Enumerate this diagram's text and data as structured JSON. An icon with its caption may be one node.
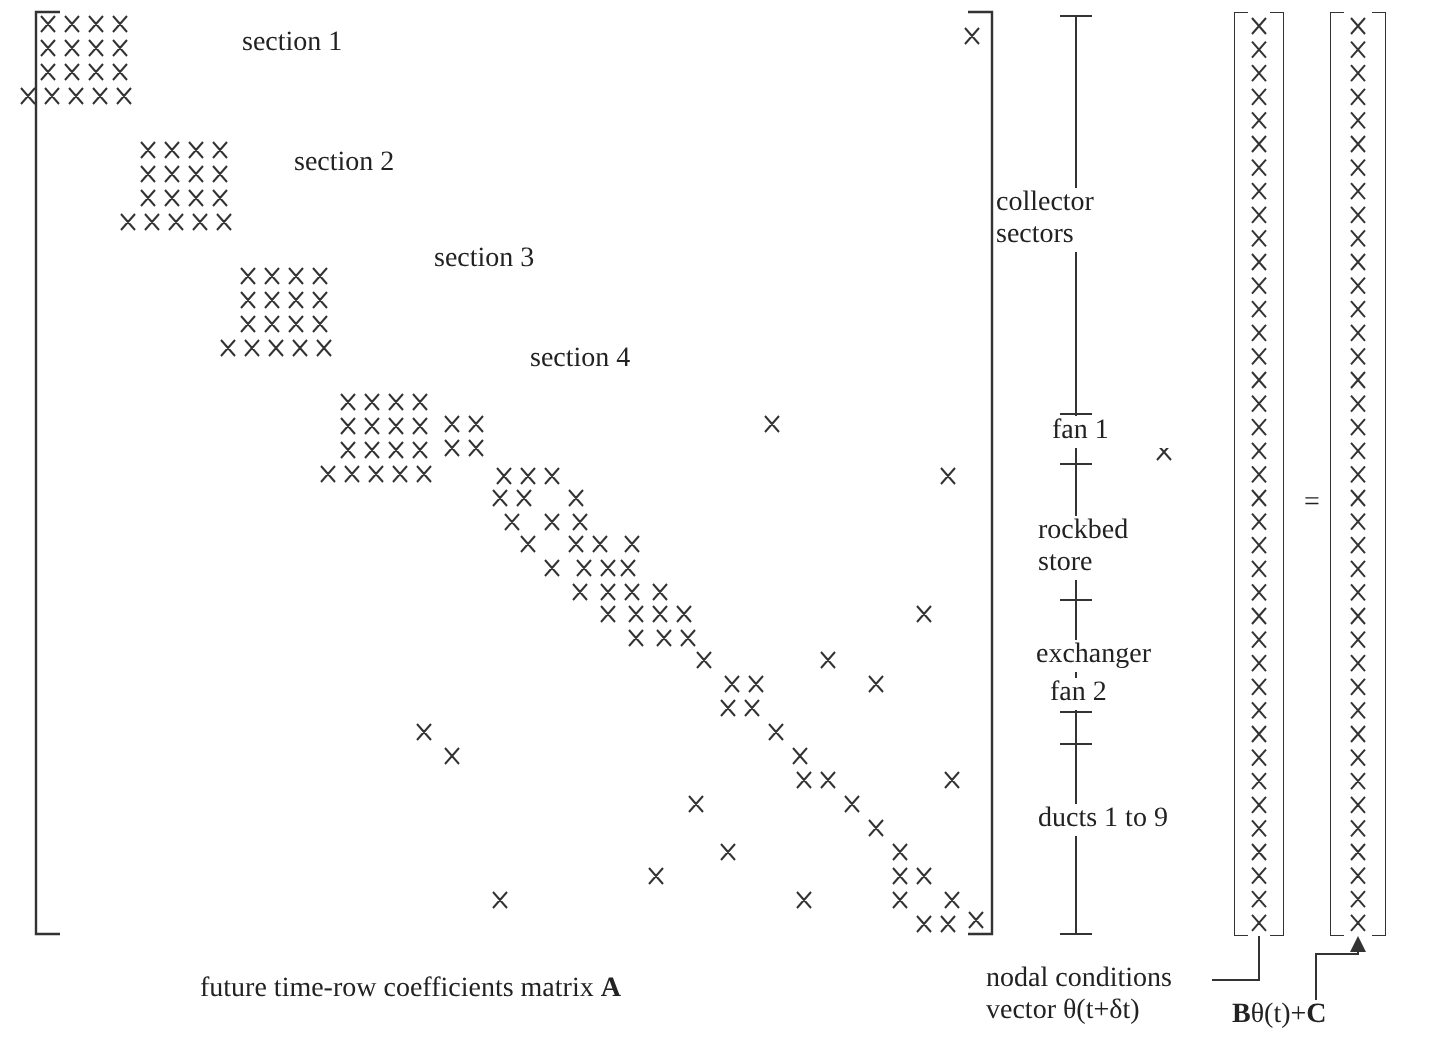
{
  "diagram": {
    "caption": "future time-row coefficients matrix **A**",
    "nodes": [
      {
        "text": [
          "nodal conditions vector θ(t+δt)"
        ]
      },
      {
        "text": [],
        "shape": "box"
      },
      {
        "text": [
          "**B**θ(t)+**C**"
        ]
      },
      {
        "text": [],
        "shape": "box"
      }
    ],
    "edges": [
      {
        "from": 0,
        "to": 1,
        "arrow": "none"
      },
      {
        "from": 2,
        "to": 3,
        "arrow": "to"
      }
    ],
    "labels": [
      "section 1",
      "section 2",
      "section 3",
      "section 4",
      "collector sectors",
      "fan 1",
      "rockbed store",
      "exchanger",
      "fan 2",
      "ducts 1 to 9",
      "="
    ]
  }
}
